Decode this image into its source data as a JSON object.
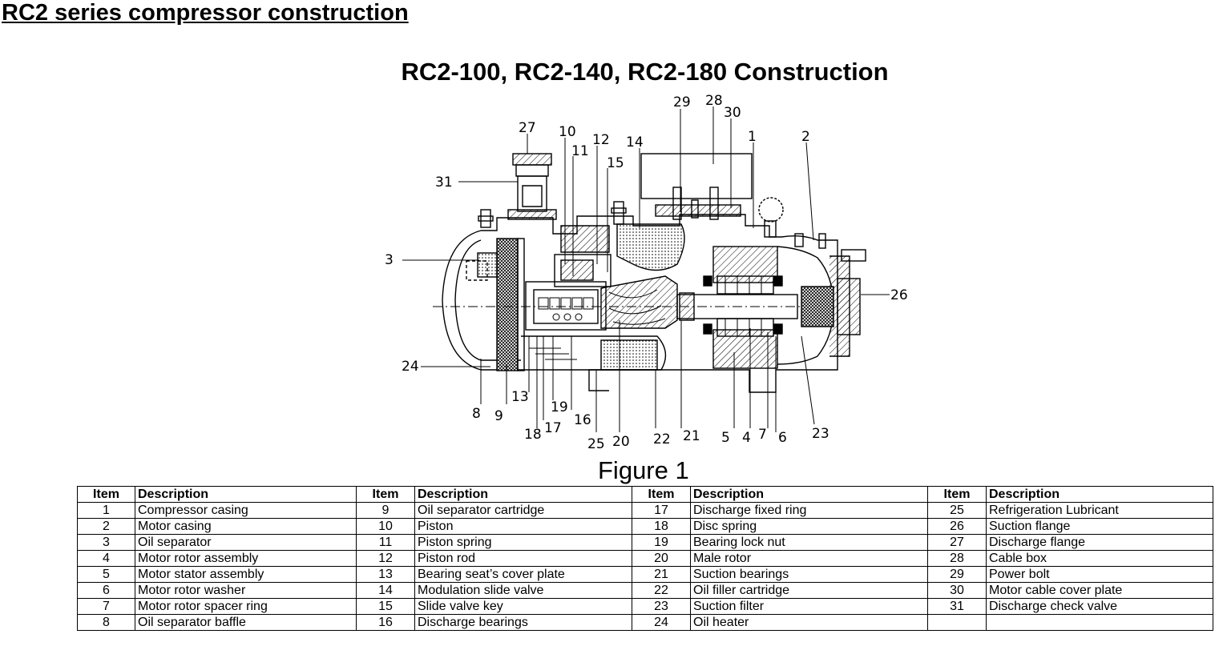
{
  "page": {
    "heading": "RC2 series compressor construction",
    "figure_title": "RC2-100, RC2-140, RC2-180 Construction",
    "figure_caption": "Figure 1"
  },
  "diagram": {
    "callouts": [
      "1",
      "2",
      "3",
      "4",
      "5",
      "6",
      "7",
      "8",
      "9",
      "10",
      "11",
      "12",
      "13",
      "14",
      "15",
      "16",
      "17",
      "18",
      "19",
      "20",
      "21",
      "22",
      "23",
      "24",
      "25",
      "26",
      "27",
      "28",
      "29",
      "30",
      "31"
    ]
  },
  "table": {
    "headers": [
      "Item",
      "Description",
      "Item",
      "Description",
      "Item",
      "Description",
      "Item",
      "Description"
    ],
    "rows": [
      [
        "1",
        "Compressor casing",
        "9",
        "Oil separator cartridge",
        "17",
        "Discharge fixed ring",
        "25",
        "Refrigeration Lubricant"
      ],
      [
        "2",
        "Motor casing",
        "10",
        "Piston",
        "18",
        "Disc spring",
        "26",
        "Suction flange"
      ],
      [
        "3",
        "Oil separator",
        "11",
        "Piston spring",
        "19",
        "Bearing lock nut",
        "27",
        "Discharge flange"
      ],
      [
        "4",
        "Motor rotor assembly",
        "12",
        "Piston rod",
        "20",
        "Male rotor",
        "28",
        "Cable box"
      ],
      [
        "5",
        "Motor stator assembly",
        "13",
        "Bearing seat’s cover plate",
        "21",
        "Suction bearings",
        "29",
        "Power bolt"
      ],
      [
        "6",
        "Motor rotor washer",
        "14",
        "Modulation slide valve",
        "22",
        "Oil filler cartridge",
        "30",
        "Motor cable cover plate"
      ],
      [
        "7",
        "Motor rotor spacer ring",
        "15",
        "Slide valve key",
        "23",
        "Suction filter",
        "31",
        "Discharge check valve"
      ],
      [
        "8",
        "Oil separator baffle",
        "16",
        "Discharge bearings",
        "24",
        "Oil heater",
        "",
        ""
      ]
    ]
  }
}
